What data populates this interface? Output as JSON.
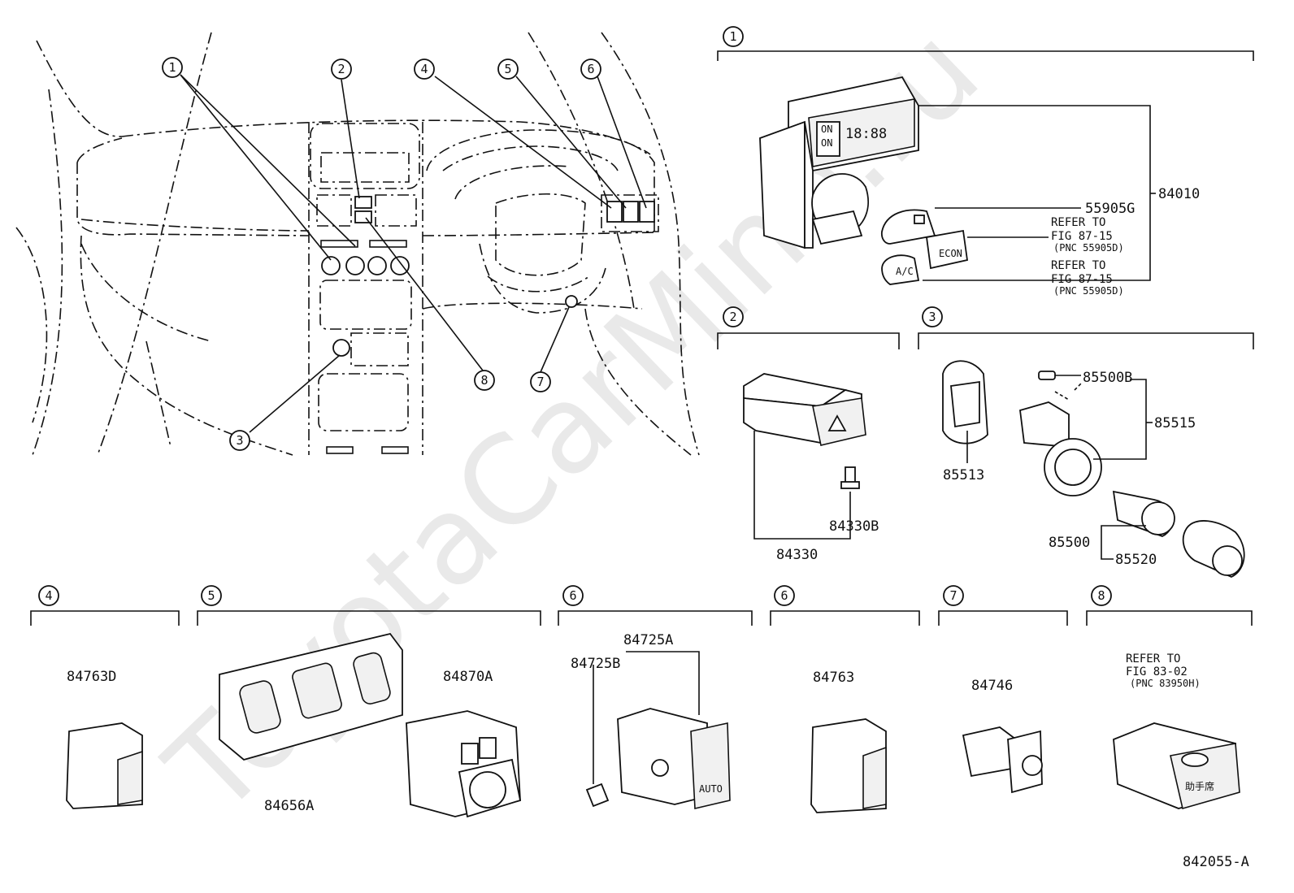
{
  "diagram": {
    "watermark": "ToyotaCarMine.ru",
    "figure_code": "842055-A",
    "overview_callouts": [
      "1",
      "2",
      "3",
      "4",
      "5",
      "6",
      "7",
      "8"
    ],
    "groups": [
      {
        "num": "1",
        "parts": [
          "84010",
          "55905G"
        ],
        "notes": [
          {
            "line1": "REFER TO",
            "line2": "FIG 87-15",
            "line3": "(PNC 55905D)"
          },
          {
            "line1": "REFER TO",
            "line2": "FIG 87-15",
            "line3": "(PNC 55905D)"
          }
        ]
      },
      {
        "num": "2",
        "parts": [
          "84330B",
          "84330"
        ]
      },
      {
        "num": "3",
        "parts": [
          "85500B",
          "85515",
          "85513",
          "85500",
          "85520"
        ]
      },
      {
        "num": "4",
        "parts": [
          "84763D"
        ]
      },
      {
        "num": "5",
        "parts": [
          "84870A",
          "84656A"
        ]
      },
      {
        "num": "6",
        "parts": [
          "84725A",
          "84725B"
        ]
      },
      {
        "num": "6",
        "parts": [
          "84763"
        ]
      },
      {
        "num": "7",
        "parts": [
          "84746"
        ]
      },
      {
        "num": "8",
        "notes": [
          {
            "line1": "REFER TO",
            "line2": "FIG 83-02",
            "line3": "(PNC 83950H)"
          }
        ]
      }
    ],
    "button_labels": {
      "clock_on_1": "ON",
      "clock_on_2": "ON",
      "clock_time": "18:88",
      "ac": "A/C",
      "econ": "ECON",
      "auto": "AUTO",
      "badge_kanji": "助手席"
    }
  }
}
